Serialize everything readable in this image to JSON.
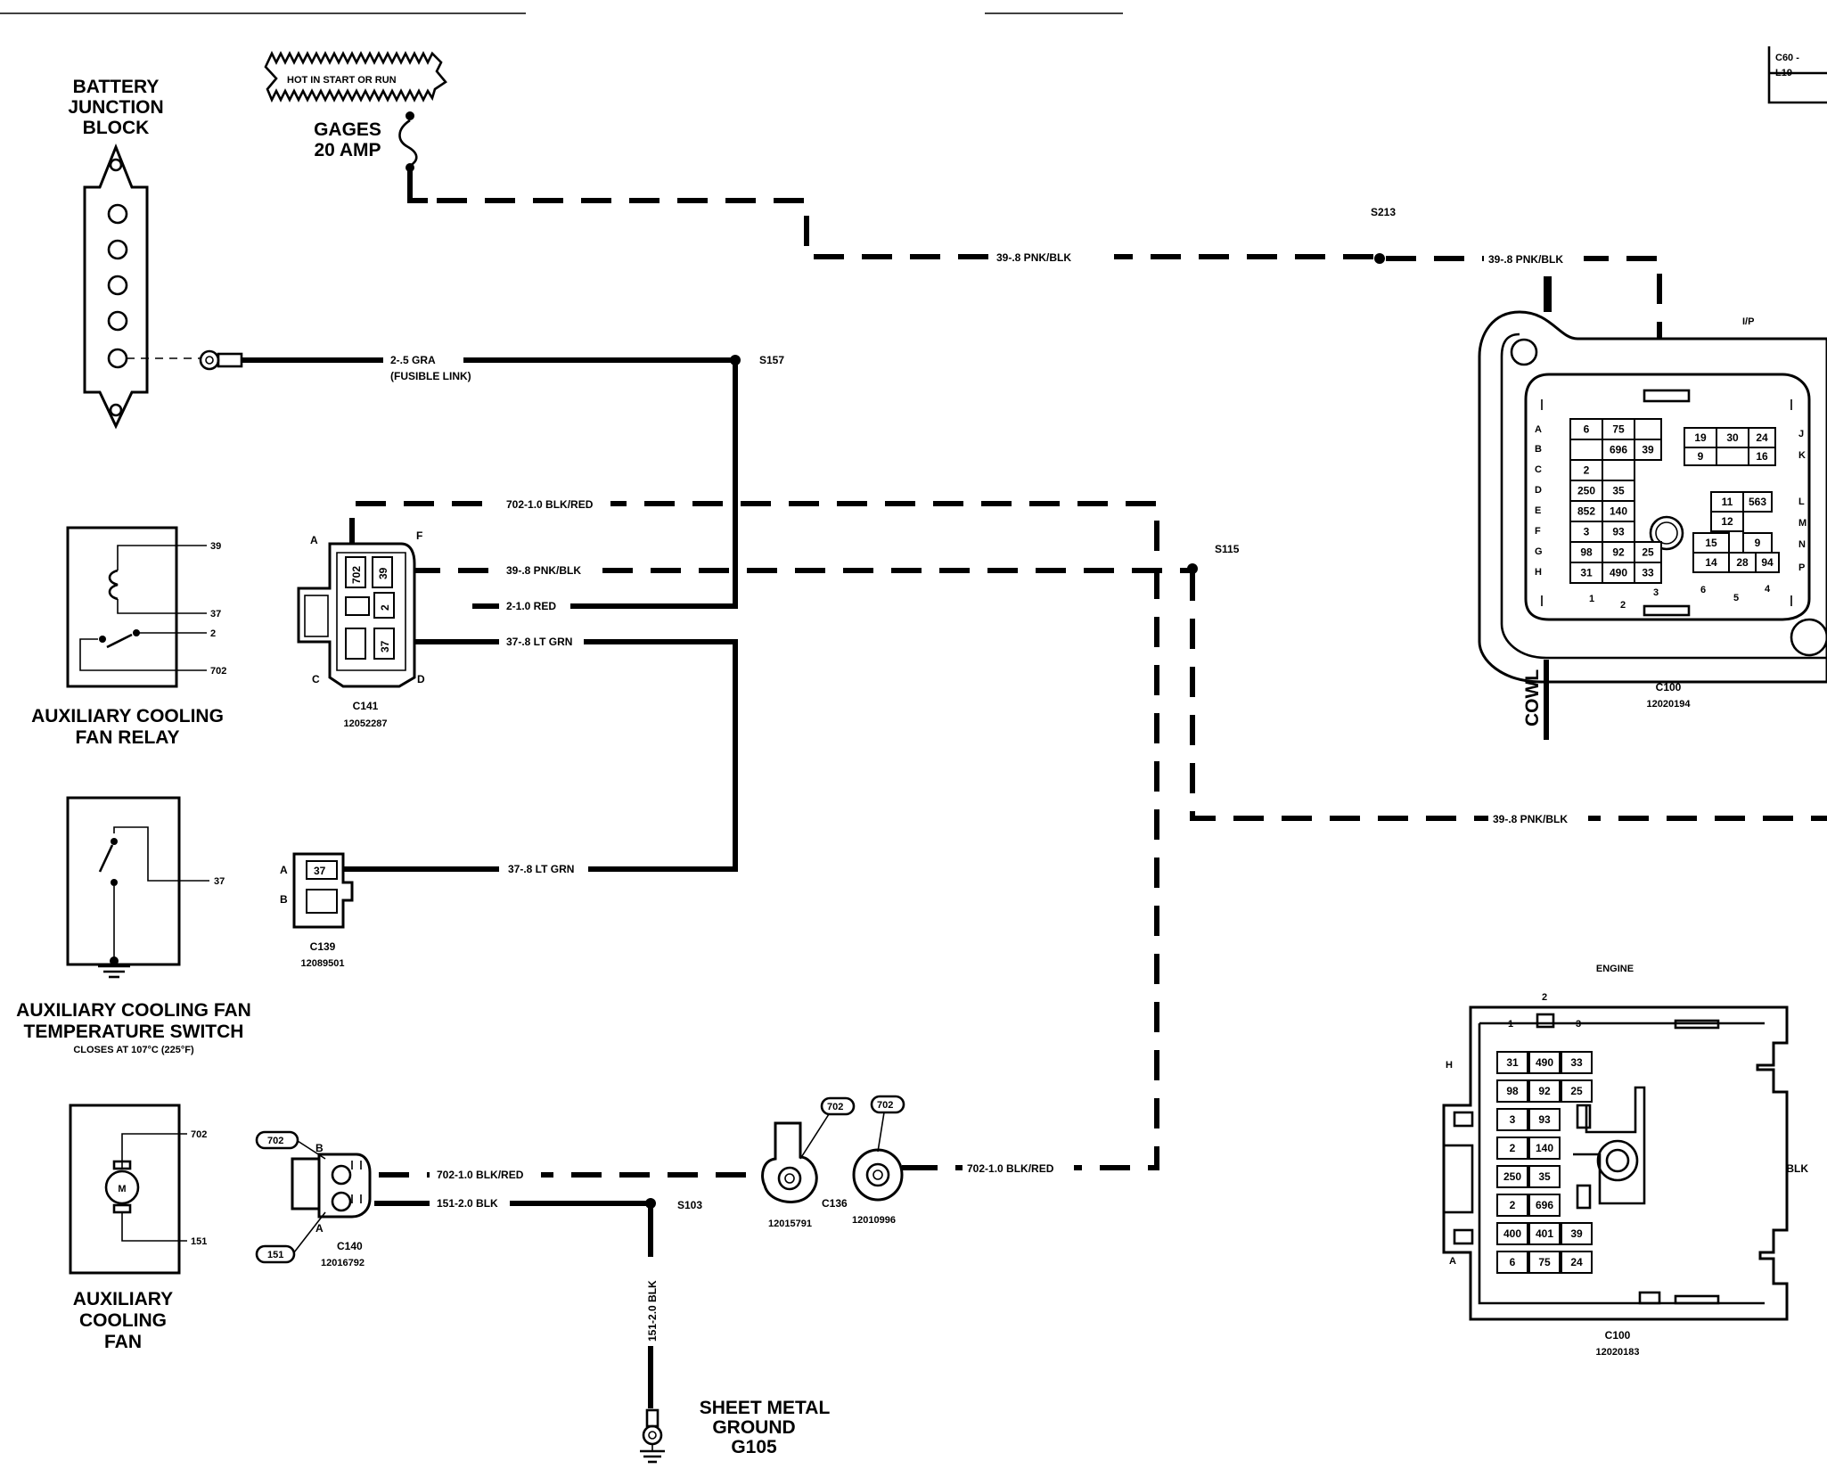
{
  "components": {
    "battery_junction_block": {
      "title_lines": [
        "BATTERY",
        "JUNCTION",
        "BLOCK"
      ]
    },
    "fuse": {
      "banner": "HOT IN START OR RUN",
      "name_lines": [
        "GAGES",
        "20 AMP"
      ]
    },
    "relay": {
      "title_lines": [
        "AUXILIARY COOLING",
        "FAN RELAY"
      ],
      "pins": [
        "39",
        "37",
        "2",
        "702"
      ]
    },
    "temp_switch": {
      "title_lines": [
        "AUXILIARY COOLING FAN",
        "TEMPERATURE SWITCH"
      ],
      "note": "CLOSES AT 107°C (225°F)",
      "pin": "37"
    },
    "fan": {
      "title_lines": [
        "AUXILIARY",
        "COOLING",
        "FAN"
      ],
      "pins": [
        "702",
        "151"
      ],
      "motor": "M"
    },
    "ground": {
      "title_lines": [
        "SHEET METAL",
        "GROUND",
        "G105"
      ]
    }
  },
  "connectors": {
    "c141": {
      "id": "C141",
      "part": "12052287",
      "letters": [
        "A",
        "F",
        "C",
        "D"
      ],
      "pins": [
        "702",
        "39",
        "2",
        "37"
      ]
    },
    "c139": {
      "id": "C139",
      "part": "12089501",
      "letters": [
        "A",
        "B"
      ],
      "pin": "37"
    },
    "c140": {
      "id": "C140",
      "part": "12016792",
      "letters": [
        "B",
        "A"
      ],
      "tags": [
        "702",
        "151"
      ]
    },
    "c136": {
      "id": "C136",
      "parts": [
        "12015791",
        "12010996"
      ],
      "tags": [
        "702",
        "702"
      ]
    },
    "c100_ip": {
      "id": "C100",
      "part": "12020194",
      "side": "I/P",
      "cowl": "COWL",
      "rows_left": [
        "A",
        "B",
        "C",
        "D",
        "E",
        "F",
        "G",
        "H"
      ],
      "rows_right": [
        "J",
        "K",
        "L",
        "M",
        "N",
        "P"
      ],
      "bottom_nums": [
        "1",
        "2",
        "3",
        "6",
        "5",
        "4"
      ],
      "left_cells": [
        [
          "6",
          "75"
        ],
        [
          "",
          "696"
        ],
        [
          "2",
          ""
        ],
        [
          "250",
          "35"
        ],
        [
          "852",
          "140"
        ],
        [
          "3",
          "93"
        ],
        [
          "98",
          "92"
        ],
        [
          "31",
          "490"
        ]
      ],
      "mid_cells": [
        "39",
        "25",
        "33"
      ],
      "right_top": [
        "19",
        "30",
        "24",
        "9",
        "16"
      ],
      "right_bottom": [
        "11",
        "563",
        "12",
        "15",
        "9",
        "14",
        "28",
        "94"
      ]
    },
    "c100_engine": {
      "id": "C100",
      "part": "12020183",
      "side": "ENGINE",
      "top_nums": [
        "1",
        "2",
        "3"
      ],
      "row_letters": [
        "H",
        "A"
      ],
      "cells": [
        [
          "31",
          "490",
          "33"
        ],
        [
          "98",
          "92",
          "25"
        ],
        [
          "3",
          "93",
          ""
        ],
        [
          "2",
          "140",
          ""
        ],
        [
          "250",
          "35",
          ""
        ],
        [
          "2",
          "696",
          ""
        ],
        [
          "400",
          "401",
          "39"
        ],
        [
          "6",
          "75",
          "24"
        ]
      ]
    }
  },
  "splices": {
    "s213": "S213",
    "s157": "S157",
    "s115": "S115",
    "s103": "S103"
  },
  "wires": {
    "pnk_blk": "39-.8 PNK/BLK",
    "gra": "2-.5 GRA",
    "fusible": "(FUSIBLE LINK)",
    "blk_red": "702-1.0 BLK/RED",
    "red": "2-1.0 RED",
    "lt_grn": "37-.8 LT GRN",
    "blk": "151-2.0 BLK"
  },
  "corner": {
    "lines": [
      "C60 -",
      "L19 -"
    ]
  }
}
